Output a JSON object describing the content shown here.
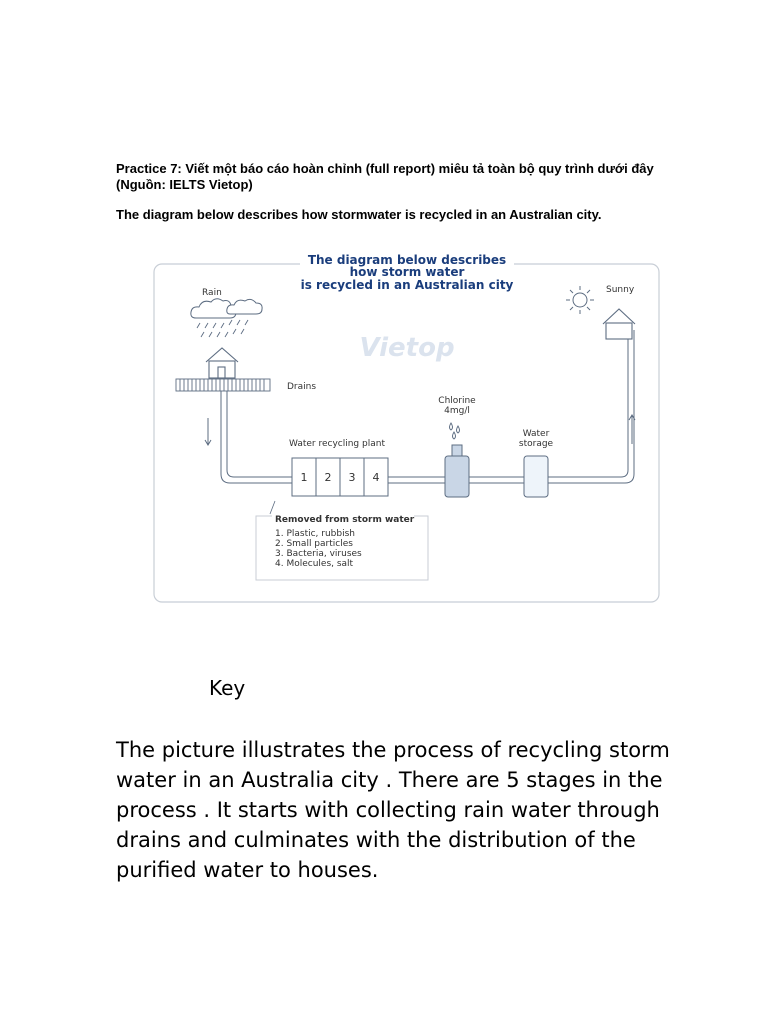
{
  "document": {
    "practice_heading": "Practice 7: Viết một báo cáo hoàn chỉnh (full report) miêu tả toàn bộ quy trình dưới đây (Nguồn: IELTS Vietop)",
    "subheading": "The diagram below describes how stormwater is recycled in an Australian city.",
    "key_label": "Key",
    "paragraph": "The picture illustrates the process of recycling storm water in an Australia city . There are 5 stages in the process . It starts with collecting rain water through drains and culminates with the distribution of the purified water to houses."
  },
  "diagram": {
    "title_lines": [
      "The diagram below describes",
      "how storm water",
      "is recycled in an Australian city"
    ],
    "watermark": "Vietop",
    "rain_label": "Rain",
    "sunny_label": "Sunny",
    "drains_label": "Drains",
    "chlorine_label": "Chlorine",
    "chlorine_dose": "4mg/l",
    "storage_label_lines": [
      "Water",
      "storage"
    ],
    "plant_label": "Water recycling plant",
    "stages": [
      "1",
      "2",
      "3",
      "4"
    ],
    "removed_title": "Removed from storm water",
    "removed_items": [
      "1. Plastic, rubbish",
      "2. Small particles",
      "3. Bacteria, viruses",
      "4. Molecules, salt"
    ],
    "colors": {
      "title": "#1a3d7c",
      "line": "#5d6d82",
      "pipe_fill": "#eef4fa",
      "chlorine_fill": "#c9d6e6",
      "frame": "#c8ced6",
      "watermark": "#dbe3ee"
    }
  }
}
